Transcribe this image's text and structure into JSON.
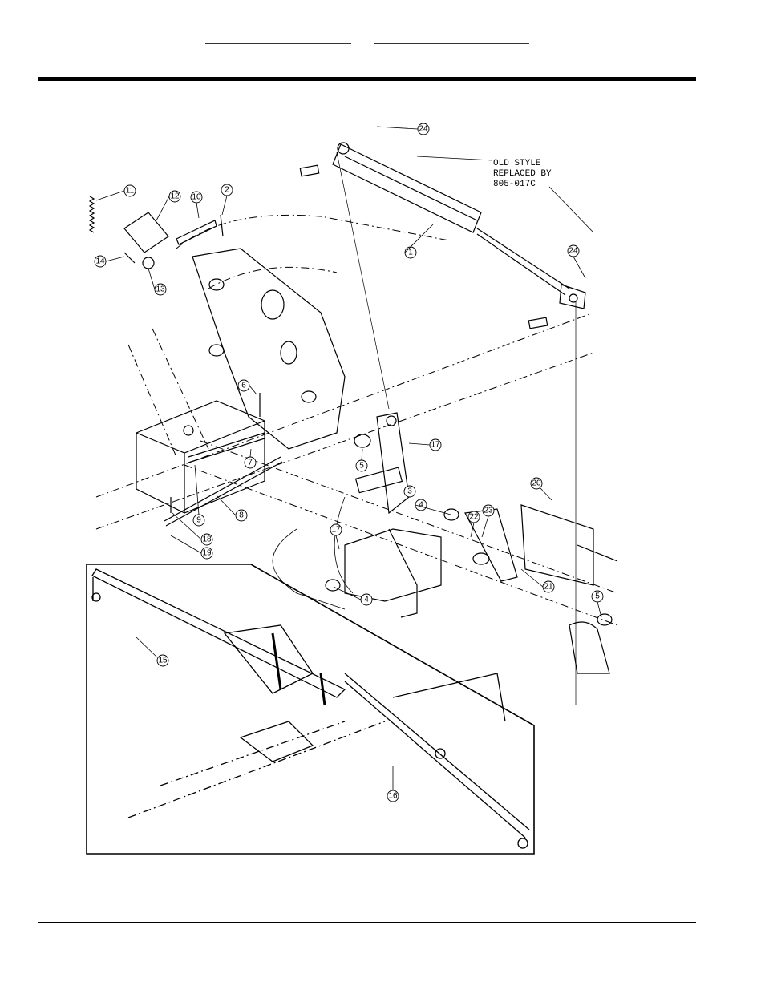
{
  "header": {
    "nav_links": [
      "",
      ""
    ]
  },
  "diagram": {
    "note": {
      "line1": "OLD STYLE",
      "line2": "REPLACED BY",
      "line3": "805-017C"
    },
    "callouts": [
      "1",
      "2",
      "3",
      "4",
      "4",
      "5",
      "5",
      "6",
      "7",
      "8",
      "9",
      "10",
      "11",
      "12",
      "13",
      "14",
      "15",
      "16",
      "17",
      "17",
      "18",
      "19",
      "20",
      "21",
      "22",
      "23",
      "24",
      "24"
    ]
  }
}
